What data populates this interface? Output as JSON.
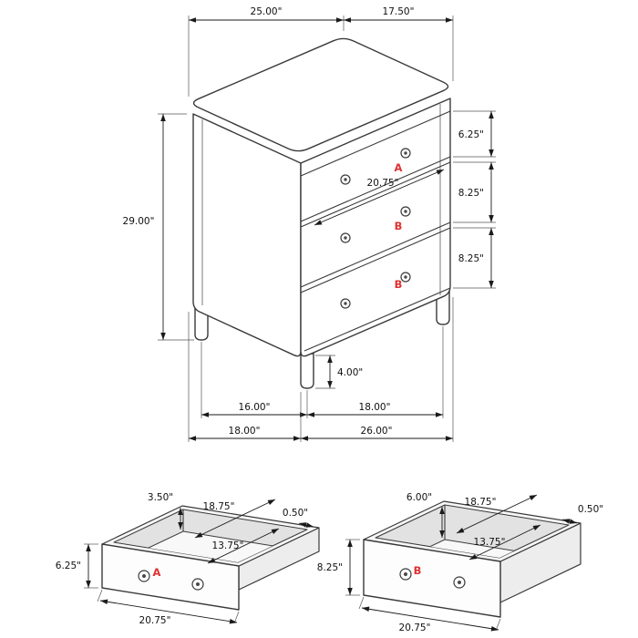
{
  "colors": {
    "accent_red": "#e03131",
    "line": "#1a1a1a"
  },
  "main_view": {
    "dim_top_depth": "25.00\"",
    "dim_top_width": "17.50\"",
    "dim_height": "29.00\"",
    "dim_drawer_a_front": "6.25\"",
    "dim_drawer_b1_front": "8.25\"",
    "dim_drawer_b2_front": "8.25\"",
    "dim_drawer_width": "20.75\"",
    "dim_leg_height": "4.00\"",
    "dim_leg_spacing_depth": "16.00\"",
    "dim_leg_spacing_width": "18.00\"",
    "dim_overall_depth": "18.00\"",
    "dim_overall_width": "26.00\"",
    "label_drawer_a": "A",
    "label_drawer_b1": "B",
    "label_drawer_b2": "B"
  },
  "drawer_a": {
    "label": "A",
    "dim_side_height": "3.50\"",
    "dim_outer_depth": "18.75\"",
    "dim_wall_thickness": "0.50\"",
    "dim_front_height": "6.25\"",
    "dim_inner_depth": "13.75\"",
    "dim_width": "20.75\""
  },
  "drawer_b": {
    "label": "B",
    "dim_side_height": "6.00\"",
    "dim_outer_depth": "18.75\"",
    "dim_wall_thickness": "0.50\"",
    "dim_front_height": "8.25\"",
    "dim_inner_depth": "13.75\"",
    "dim_width": "20.75\""
  }
}
